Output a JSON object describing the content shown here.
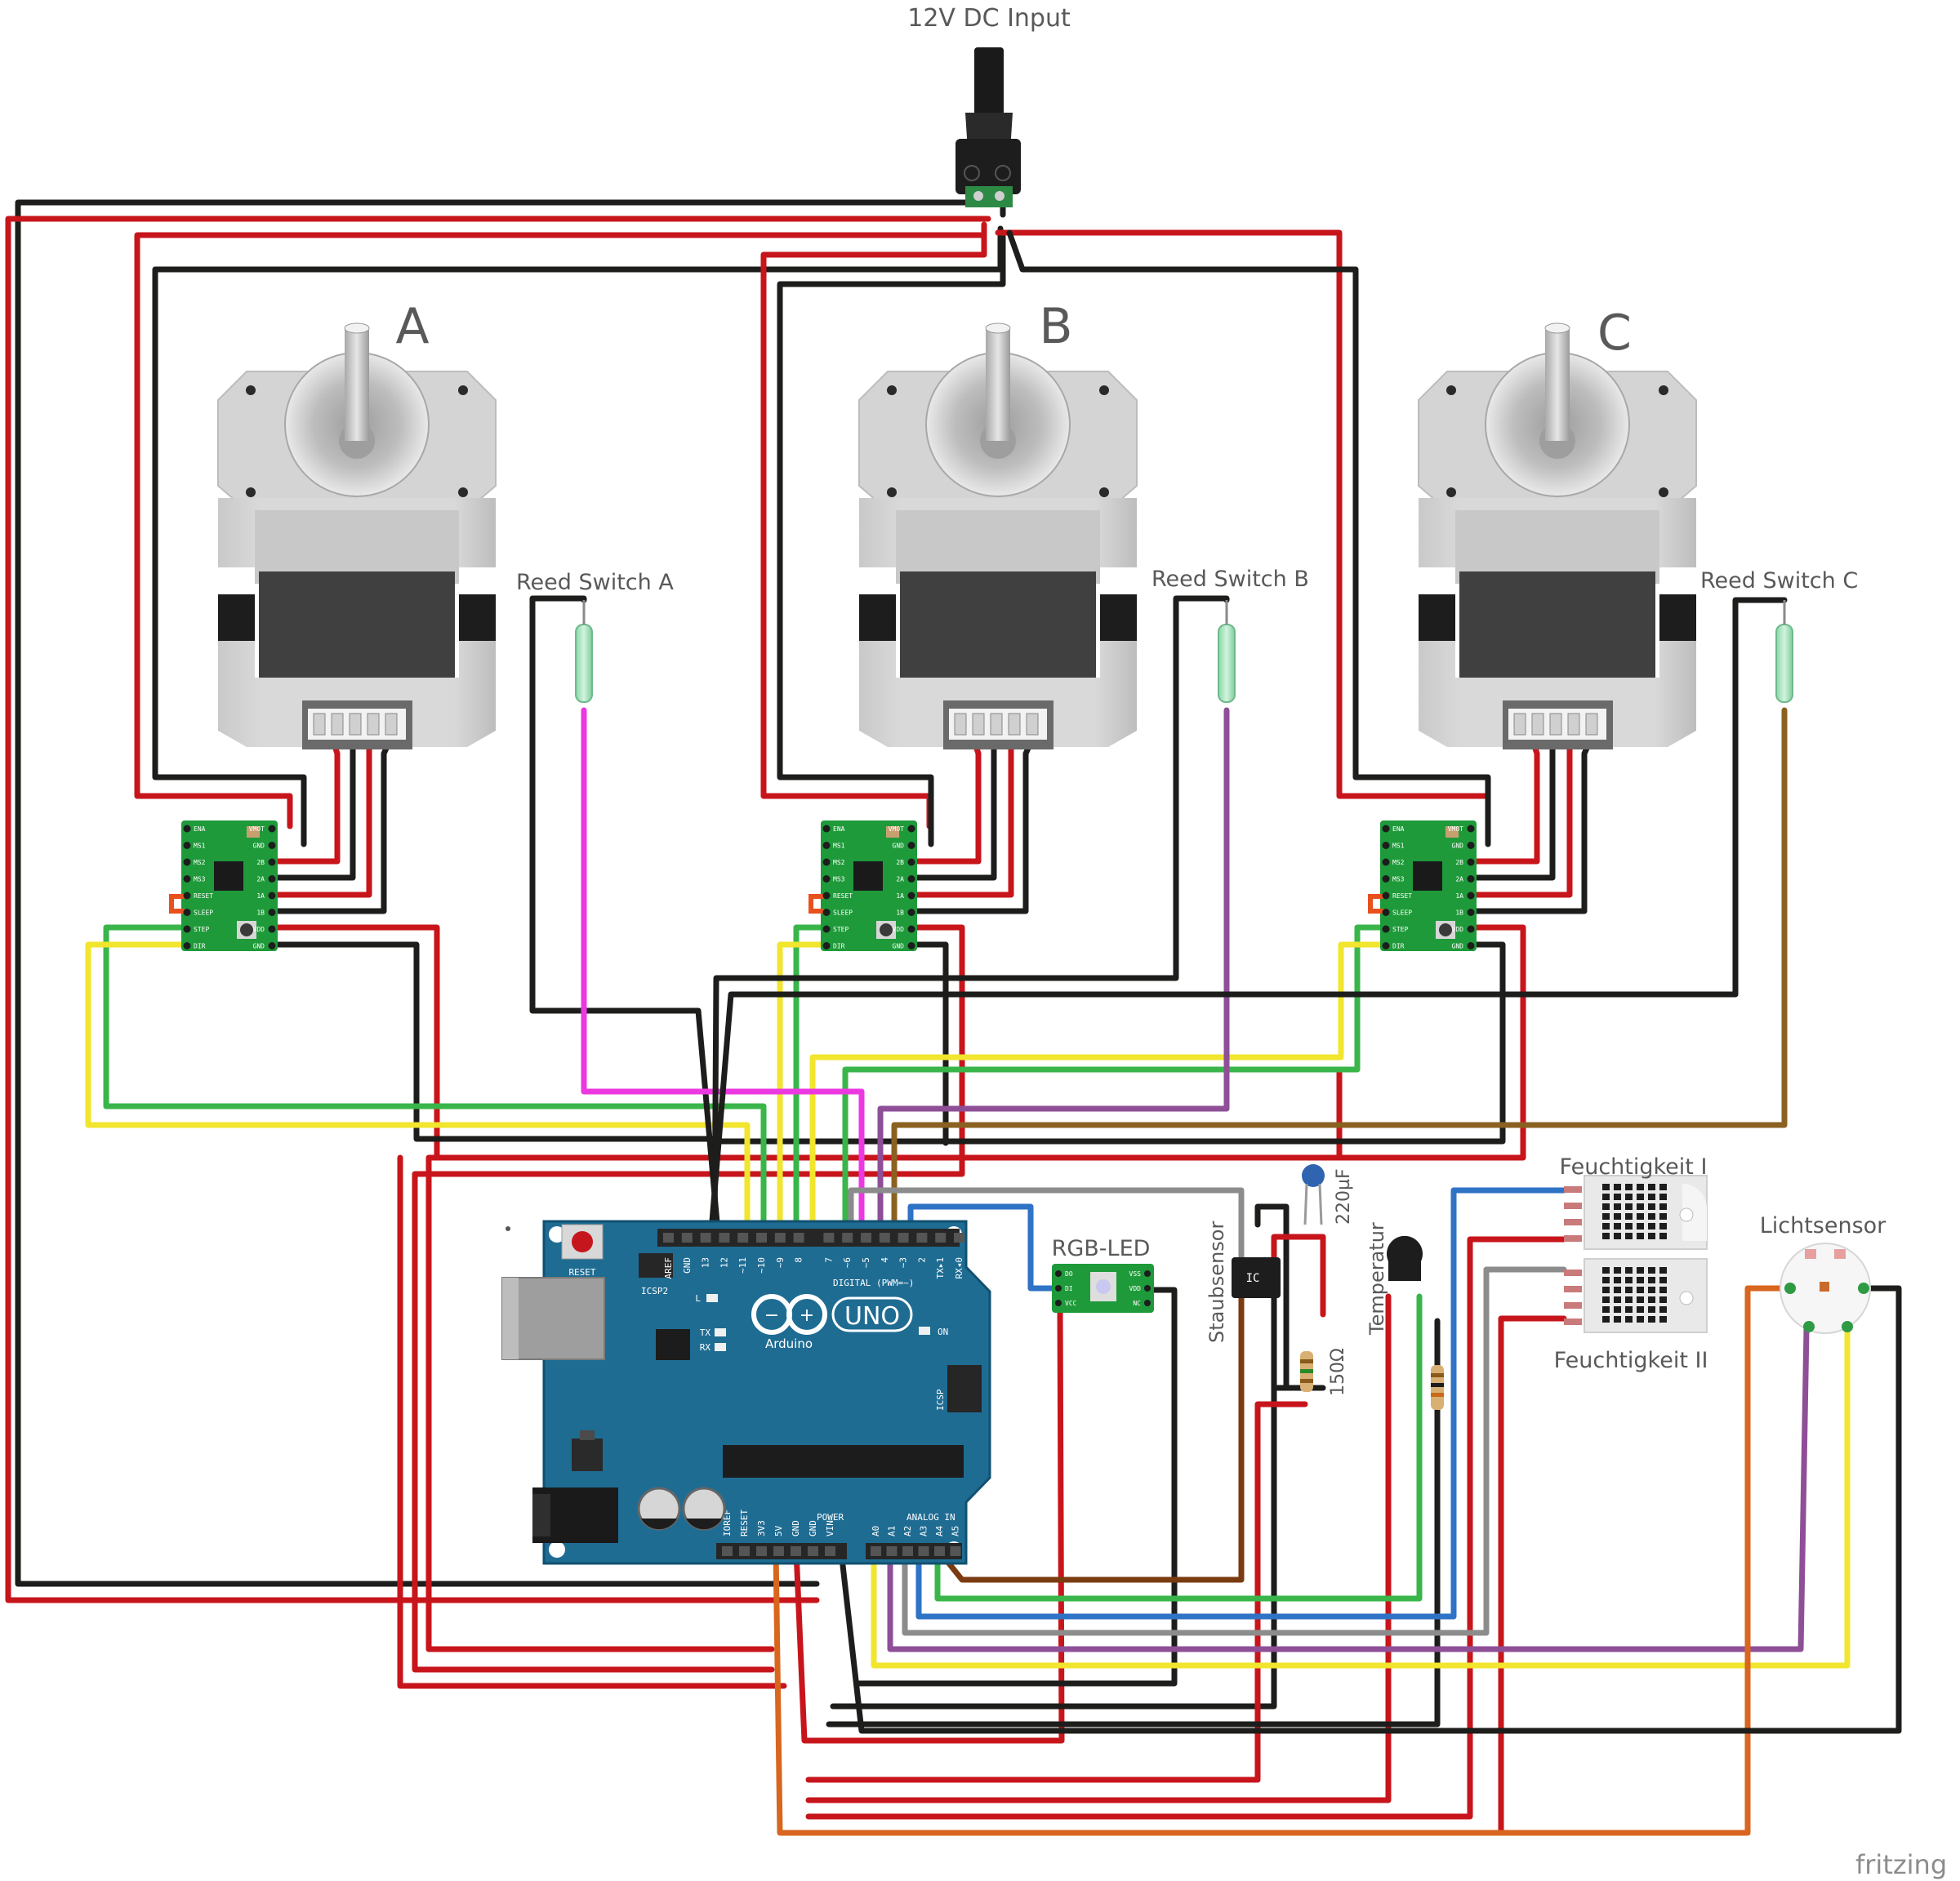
{
  "labels": {
    "power_input": "12V DC Input",
    "motor_a": "A",
    "motor_b": "B",
    "motor_c": "C",
    "reed_a": "Reed Switch A",
    "reed_b": "Reed Switch B",
    "reed_c": "Reed Switch C",
    "rgb_led": "RGB-LED",
    "dust_sensor": "Staubsensor",
    "capacitor": "220µF",
    "resistor": "150Ω",
    "temperature": "Temperatur",
    "humidity_1": "Feuchtigkeit I",
    "humidity_2": "Feuchtigkeit II",
    "light_sensor": "Lichtsensor",
    "brand": "fritzing"
  },
  "driver_pins": {
    "left": [
      "ENA",
      "MS1",
      "MS2",
      "MS3",
      "RESET",
      "SLEEP",
      "STEP",
      "DIR"
    ],
    "right": [
      "VMOT",
      "GND",
      "2B",
      "2A",
      "1A",
      "1B",
      "VDD",
      "GND"
    ]
  },
  "arduino": {
    "reset": "RESET",
    "icsp2": "ICSP2",
    "icsp": "ICSP",
    "led_l": "L",
    "led_tx": "TX",
    "led_rx": "RX",
    "led_on": "ON",
    "logo_uno": "UNO",
    "logo_name": "Arduino",
    "digital_label": "DIGITAL (PWM=~)",
    "power_label": "POWER",
    "analog_label": "ANALOG IN",
    "digital_pins": [
      "AREF",
      "GND",
      "13",
      "12",
      "~11",
      "~10",
      "~9",
      "8",
      "7",
      "~6",
      "~5",
      "4",
      "~3",
      "2",
      "TX▸1",
      "RX◂0"
    ],
    "power_pins": [
      "IOREF",
      "RESET",
      "3V3",
      "5V",
      "GND",
      "GND",
      "VIN"
    ],
    "analog_pins": [
      "A0",
      "A1",
      "A2",
      "A3",
      "A4",
      "A5"
    ]
  },
  "rgb_pins": {
    "left": [
      "DO",
      "DI",
      "VCC"
    ],
    "right": [
      "VSS",
      "VDD",
      "NC"
    ]
  },
  "dust_ic": "IC",
  "colors": {
    "red": "#c7151b",
    "black": "#1d1d1b",
    "green": "#39b54a",
    "yellow": "#f1e52e",
    "magenta": "#ec38e0",
    "purple": "#8e4f97",
    "brown": "#8a6120",
    "blue": "#2f73c6",
    "gray": "#8c8c8c",
    "orange": "#d8661e",
    "darkbrown": "#7a3b10",
    "driver": "#1f9a3a",
    "board": "#1f6c93"
  }
}
